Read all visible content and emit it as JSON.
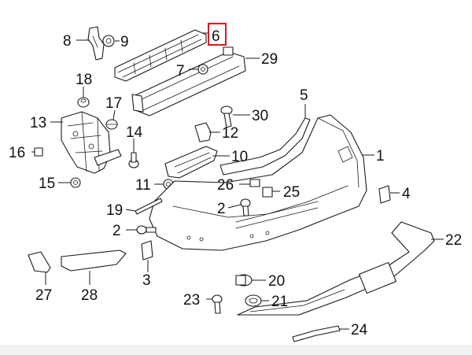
{
  "diagram": {
    "highlight_color": "#e0141e",
    "highlighted_callout": "6",
    "callouts": {
      "c1": "1",
      "c2a": "2",
      "c2b": "2",
      "c3": "3",
      "c4": "4",
      "c5": "5",
      "c6": "6",
      "c7": "7",
      "c8": "8",
      "c9": "9",
      "c10": "10",
      "c11": "11",
      "c12": "12",
      "c13": "13",
      "c14": "14",
      "c15": "15",
      "c16": "16",
      "c17": "17",
      "c18": "18",
      "c19": "19",
      "c20": "20",
      "c21": "21",
      "c22": "22",
      "c23": "23",
      "c24": "24",
      "c25": "25",
      "c26": "26",
      "c27": "27",
      "c28": "28",
      "c29": "29",
      "c30": "30"
    }
  }
}
